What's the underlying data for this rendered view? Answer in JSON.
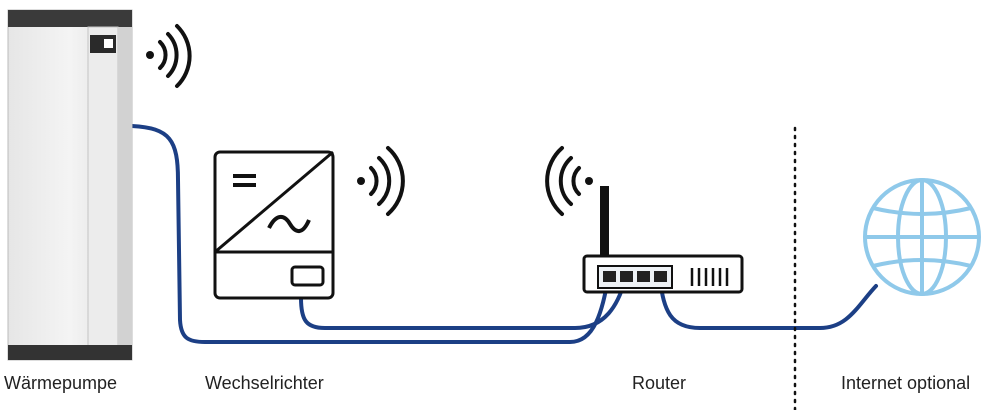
{
  "labels": {
    "heat_pump": "Wärmepumpe",
    "inverter": "Wechselrichter",
    "router": "Router",
    "internet": "Internet optional"
  },
  "colors": {
    "cable": "#1c3f85",
    "globe": "#8fc9ea",
    "line": "#111111"
  },
  "icons": [
    "heat-pump",
    "wifi-signal",
    "inverter",
    "router",
    "globe"
  ]
}
